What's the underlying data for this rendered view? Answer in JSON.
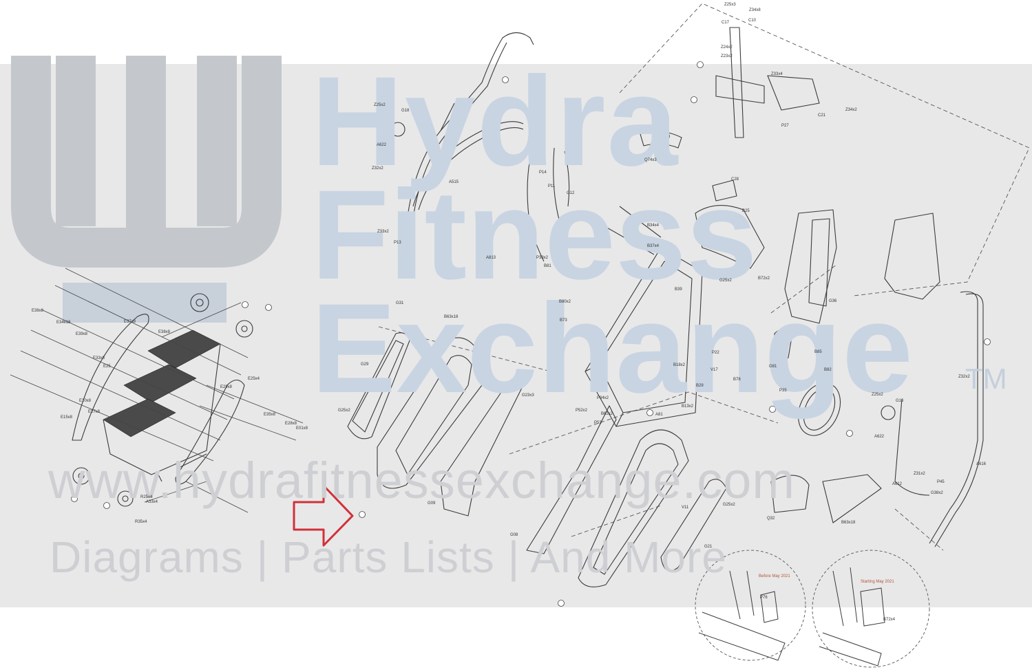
{
  "watermark": {
    "line1": "Hydra",
    "line2": "Fitness",
    "line3": "Exchange",
    "tm": "TM",
    "url": "www.hydrafitnessexchange.com",
    "tagline": "Diagrams | Parts Lists | And More"
  },
  "detail_notes": {
    "before": "Before May 2021",
    "after": "Starting May 2021"
  },
  "colors": {
    "band": "#d6d6d6",
    "logo_blue": "#c8d4e2",
    "logo_gray": "#c2c2c2",
    "arrow": "#d2303a",
    "linework": "#3a3a3a"
  },
  "part_labels": [
    "Z25x3",
    "Z34x8",
    "C17",
    "C10",
    "Z24x2",
    "Z23x2",
    "Z33x4",
    "C21",
    "Z34x2",
    "P27",
    "Z25x2",
    "G18",
    "A622",
    "Z32x2",
    "A515",
    "Z33x2",
    "P13",
    "P14",
    "P11",
    "G12",
    "Q74x3",
    "C28",
    "B25",
    "B72x2",
    "B37x4",
    "G25x2",
    "G31",
    "A813",
    "B63x18",
    "P33x2",
    "B81",
    "B80x2",
    "B73",
    "B39",
    "B34x4",
    "E38x8",
    "E34x18",
    "E39x8",
    "E37x8",
    "E38x8",
    "E33x8",
    "E25",
    "E10x8",
    "E27x8",
    "E35x8",
    "E28x8",
    "E29x8",
    "E25x4",
    "E15x8",
    "E01x8",
    "R25x4",
    "A33x4",
    "R35x4",
    "G29",
    "G23x3",
    "G25x2",
    "G09",
    "G08",
    "G21",
    "V11",
    "G25x2",
    "Q32",
    "A612",
    "B63x18",
    "P45",
    "G38x2",
    "A616",
    "Z31x2",
    "Z32x2",
    "G16",
    "A622",
    "Z25x2",
    "B82",
    "B85",
    "P35",
    "G36",
    "G81",
    "V17",
    "B78",
    "P22",
    "P34x2",
    "B62x2",
    "P52x2",
    "P53",
    "B18x2",
    "B29",
    "A81",
    "B13x2",
    "P76",
    "B72x4"
  ]
}
